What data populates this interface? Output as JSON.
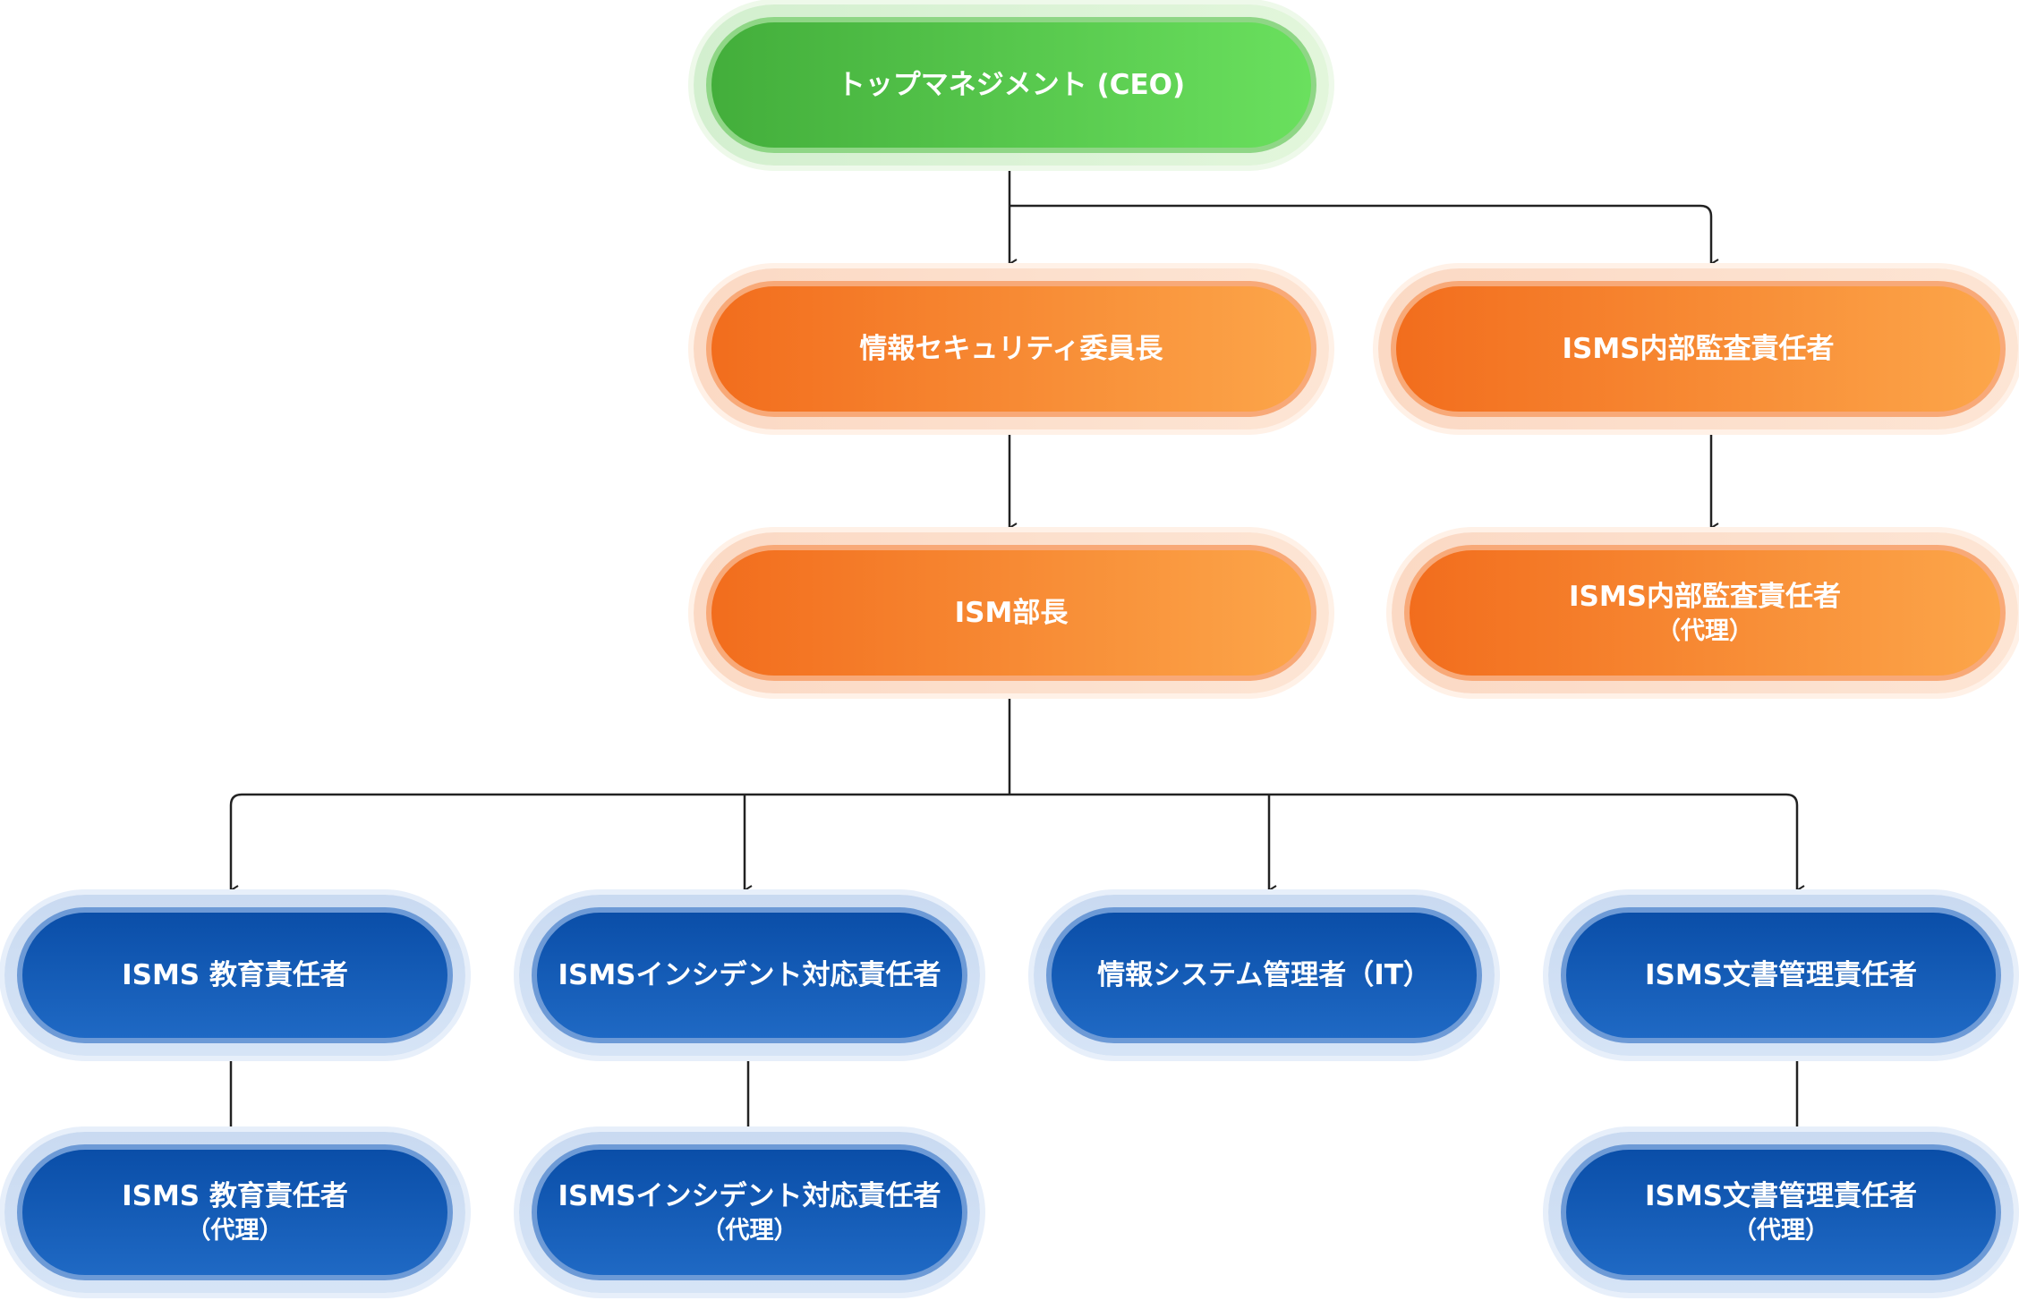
{
  "nodes": {
    "ceo": {
      "label": "トップマネジメント (CEO)",
      "sub": ""
    },
    "isc_chair": {
      "label": "情報セキュリティ委員長",
      "sub": ""
    },
    "isms_audit": {
      "label": "ISMS内部監査責任者",
      "sub": ""
    },
    "ism_manager": {
      "label": "ISM部長",
      "sub": ""
    },
    "isms_audit_deputy": {
      "label": "ISMS内部監査責任者",
      "sub": "（代理）"
    },
    "isms_edu": {
      "label": "ISMS 教育責任者",
      "sub": ""
    },
    "isms_incident": {
      "label": "ISMSインシデント対応責任者",
      "sub": ""
    },
    "it_admin": {
      "label": "情報システム管理者（IT）",
      "sub": ""
    },
    "isms_doc": {
      "label": "ISMS文書管理責任者",
      "sub": ""
    },
    "isms_edu_deputy": {
      "label": "ISMS 教育責任者",
      "sub": "（代理）"
    },
    "isms_incident_deputy": {
      "label": "ISMSインシデント対応責任者",
      "sub": "（代理）"
    },
    "isms_doc_deputy": {
      "label": "ISMS文書管理責任者",
      "sub": "（代理）"
    }
  },
  "colors": {
    "top": "#4cbf44",
    "middle": "#f5812a",
    "bottom": "#0d53ae",
    "connector": "#222222"
  }
}
